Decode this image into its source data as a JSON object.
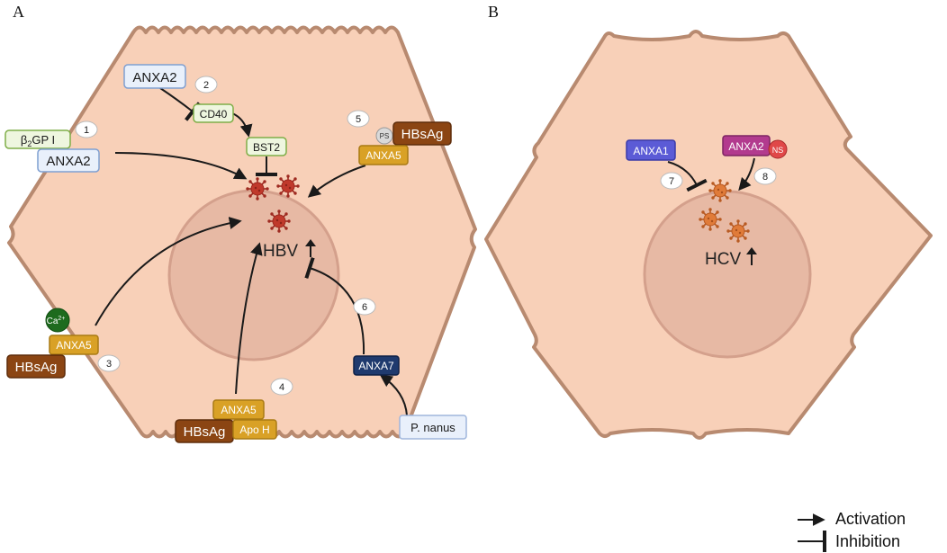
{
  "panels": {
    "a": "A",
    "b": "B"
  },
  "panel_a": {
    "steps": [
      "1",
      "2",
      "3",
      "4",
      "5",
      "6"
    ],
    "labels": {
      "anxa2_top": "ANXA2",
      "cd40": "CD40",
      "bst2": "BST2",
      "b2gp_base": "β",
      "b2gp_sub": "2",
      "b2gp_rest": "GP I",
      "anxa2_left": "ANXA2",
      "ps": "PS",
      "hbsag_right": "HBsAg",
      "anxa5_right": "ANXA5",
      "ca_base": "Ca",
      "ca_sup": "2+",
      "anxa5_left": "ANXA5",
      "hbsag_left": "HBsAg",
      "anxa5_bottom": "ANXA5",
      "hbsag_bottom": "HBsAg",
      "apoh": "Apo H",
      "anxa7": "ANXA7",
      "pnanus": "P. nanus",
      "virus": "HBV"
    }
  },
  "panel_b": {
    "steps": [
      "7",
      "8"
    ],
    "labels": {
      "anxa1": "ANXA1",
      "anxa2": "ANXA2",
      "ns": "NS",
      "virus": "HCV"
    }
  },
  "legend": {
    "activation": "Activation",
    "inhibition": "Inhibition"
  },
  "colors": {
    "cell_fill": "#f8d0b8",
    "cell_stroke": "#b88a70",
    "nucleus_fill": "#e7b9a4",
    "nucleus_stroke": "#d4a08c",
    "virus_hbv": "#c0392b",
    "virus_hcv": "#e07b39",
    "anxa5": "#d9a126",
    "hbsag": "#8b4513",
    "anxa7": "#1f3a6e",
    "anxa1": "#5b5bd6",
    "anxa2_pink": "#b23a8e",
    "ns_red": "#e04848",
    "ca_green": "#1e6b1e",
    "light_blue_box": "#e9f0fb",
    "light_green_box": "#eef6df"
  }
}
